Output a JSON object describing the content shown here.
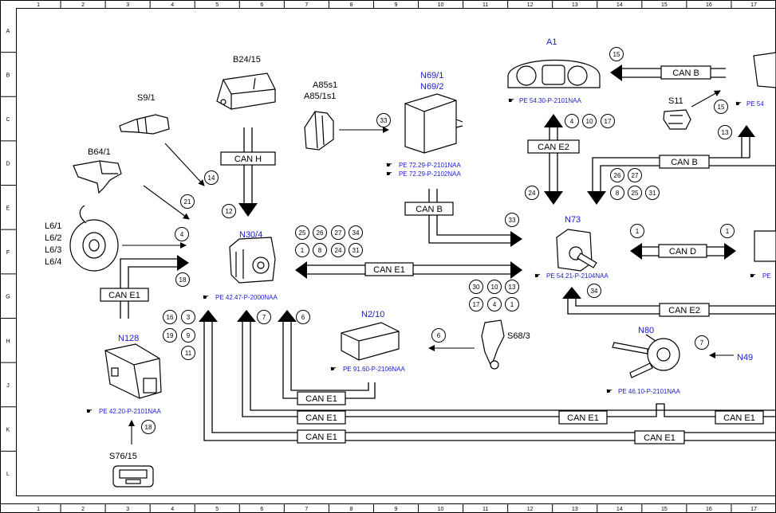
{
  "ruler": {
    "columns": [
      "1",
      "2",
      "3",
      "4",
      "5",
      "6",
      "7",
      "8",
      "9",
      "10",
      "11",
      "12",
      "13",
      "14",
      "15",
      "16",
      "17"
    ],
    "rows": [
      "A",
      "B",
      "C",
      "D",
      "E",
      "F",
      "G",
      "H",
      "J",
      "K",
      "L"
    ]
  },
  "components": {
    "b24_15": "B24/15",
    "s9_1": "S9/1",
    "b64_1": "B64/1",
    "l6": [
      "L6/1",
      "L6/2",
      "L6/3",
      "L6/4"
    ],
    "a85": [
      "A85s1",
      "A85/1s1"
    ],
    "n69": [
      "N69/1",
      "N69/2"
    ],
    "a1": "A1",
    "s11": "S11",
    "n30_4": "N30/4",
    "n73": "N73",
    "n2_10": "N2/10",
    "s68_3": "S68/3",
    "n128": "N128",
    "s76_15": "S76/15",
    "n80": "N80",
    "n49": "N49"
  },
  "references": {
    "a1": "PE 54.30-P-2101NAA",
    "a1_edge": "PE 54",
    "n69_a": "PE 72.29-P-2101NAA",
    "n69_b": "PE 72.29-P-2102NAA",
    "n30_4": "PE 42.47-P-2000NAA",
    "n73": "PE 54.21-P-2104NAA",
    "n73_edge": "PE",
    "n2_10": "PE 91.60-P-2106NAA",
    "n128": "PE 42.20-P-2101NAA",
    "n80": "PE 46.10-P-2101NAA"
  },
  "bus_labels": {
    "can_h": "CAN H",
    "can_b_top": "CAN B",
    "can_b_mid": "CAN B",
    "can_b_n69": "CAN B",
    "can_e2_a1": "CAN E2",
    "can_e2_n73": "CAN E2",
    "can_d": "CAN D",
    "can_e1_main": "CAN E1",
    "can_e1_n128": "CAN E1",
    "can_e1_j": "CAN E1",
    "can_e1_k1": "CAN E1",
    "can_e1_k2": "CAN E1",
    "can_e1_k3": "CAN E1",
    "can_e1_l1": "CAN E1",
    "can_e1_l2": "CAN E1"
  },
  "callouts": {
    "c14": "14",
    "c12": "12",
    "c21": "21",
    "c4a": "4",
    "c18a": "18",
    "c33a": "33",
    "c33b": "33",
    "c15a": "15",
    "c15b": "15",
    "c13a": "13",
    "c4b": "4",
    "c10a": "10",
    "c17a": "17",
    "c26a": "26",
    "c27a": "27",
    "c8a": "8",
    "c25a": "25",
    "c31a": "31",
    "c24a": "24",
    "c25b": "25",
    "c26b": "26",
    "c27b": "27",
    "c34a": "34",
    "c1a": "1",
    "c8b": "8",
    "c24b": "24",
    "c31b": "31",
    "c30": "30",
    "c10b": "10",
    "c13b": "13",
    "c17b": "17",
    "c4c": "4",
    "c1b": "1",
    "c1c": "1",
    "c1d": "1",
    "c34b": "34",
    "c16": "16",
    "c3": "3",
    "c19": "19",
    "c9": "9",
    "c11": "11",
    "c7a": "7",
    "c6a": "6",
    "c6b": "6",
    "c7b": "7",
    "c18b": "18"
  },
  "colors": {
    "line": "#000000",
    "reference": "#1a1ad0",
    "background": "#ffffff"
  }
}
